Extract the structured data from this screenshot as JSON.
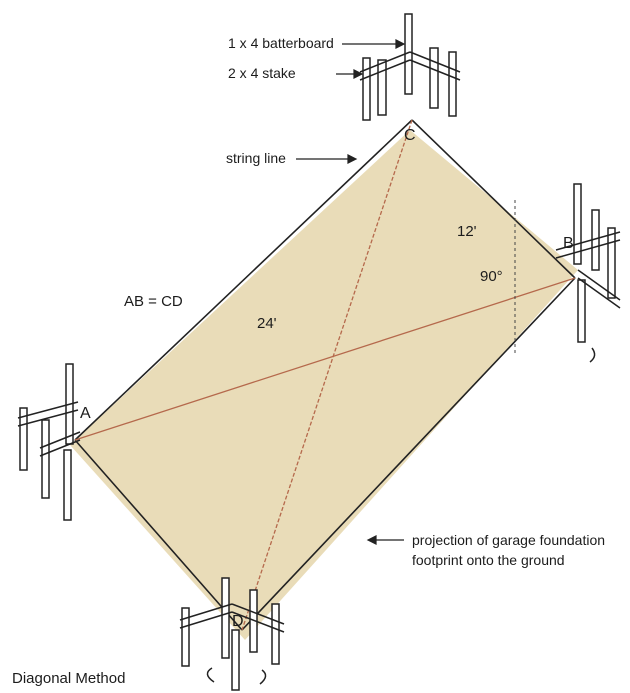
{
  "diagram": {
    "callouts": {
      "batterboard": "1 x 4 batterboard",
      "stake": "2 x 4 stake",
      "string_line": "string line",
      "projection": "projection of garage foundation footprint onto the ground"
    },
    "projection_lines": [
      "projection of garage foundation",
      "footprint onto the ground"
    ],
    "equation": "AB = CD",
    "dimensions": {
      "long": "24'",
      "short": "12'",
      "angle": "90°"
    },
    "corners": {
      "a": "A",
      "b": "B",
      "c": "C",
      "d": "D"
    },
    "caption": "Diagonal Method",
    "colors": {
      "footprint": "#e9dcb8",
      "diagonal": "#b5694c",
      "ink": "#222222"
    }
  }
}
